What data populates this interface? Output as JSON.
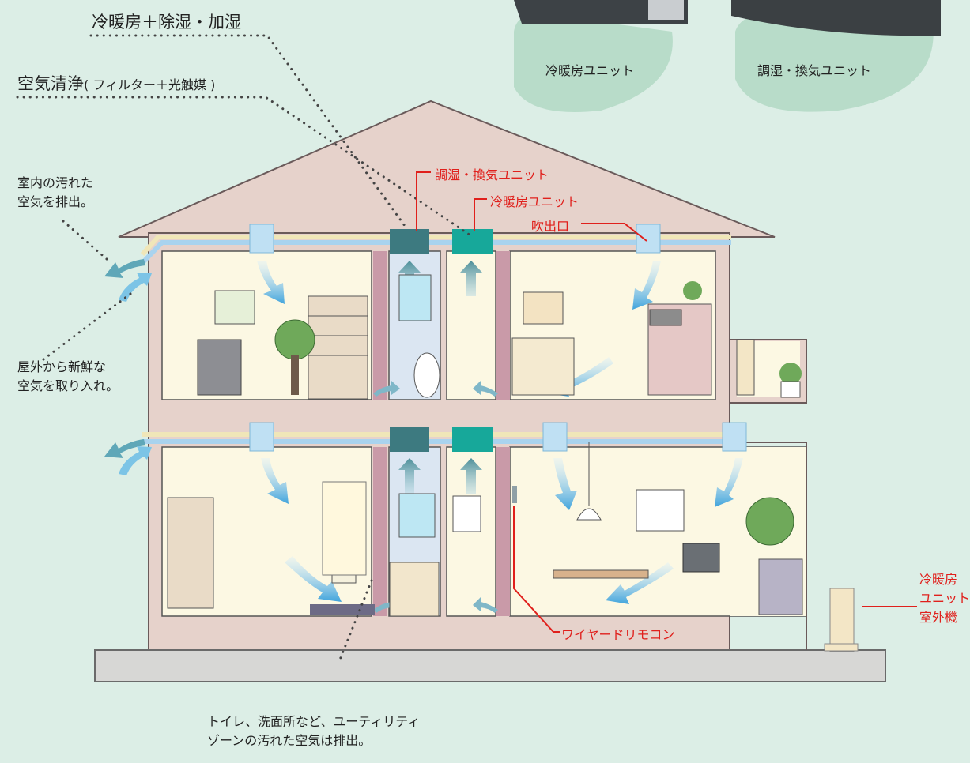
{
  "labels": {
    "cool_heat_dehumid": "冷暖房＋除湿・加湿",
    "air_clean": "空気清浄",
    "air_clean_sub": "( フィルター＋光触媒 )",
    "unit_cool_heat": "冷暖房ユニット",
    "unit_humid_vent": "調湿・換気ユニット",
    "exhaust_line1": "室内の汚れた",
    "exhaust_line2": "空気を排出。",
    "intake_line1": "屋外から新鮮な",
    "intake_line2": "空気を取り入れ。",
    "utility_line1": "トイレ、洗面所など、ユーティリティ",
    "utility_line2": "ゾーンの汚れた空気は排出。",
    "callout_humid_vent": "調湿・換気ユニット",
    "callout_cool_heat": "冷暖房ユニット",
    "callout_outlet": "吹出口",
    "callout_remote": "ワイヤードリモコン",
    "outdoor_line1": "冷暖房",
    "outdoor_line2": "ユニット",
    "outdoor_line3": "室外機"
  },
  "colors": {
    "background": "#dceee6",
    "callout_red": "#e0201c",
    "house_wall": "#e6d2cb",
    "room": "#fcf8e3",
    "duct": "#a9d3ee",
    "unit_dark": "#3d7a80",
    "unit_teal": "#17a89a"
  }
}
